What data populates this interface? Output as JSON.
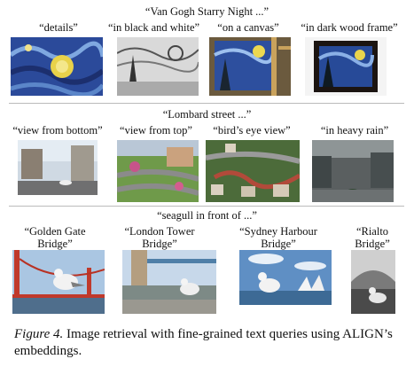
{
  "sections": [
    {
      "query": "“Van Gogh Starry Night ...”",
      "labels": [
        "“details”",
        "“in black and white”",
        "“on a canvas”",
        "“in dark wood frame”"
      ]
    },
    {
      "query": "“Lombard street ...”",
      "labels": [
        "“view from bottom”",
        "“view from top”",
        "“bird’s eye view”",
        "“in heavy rain”"
      ]
    },
    {
      "query": "“seagull in front of ...”",
      "labels": [
        "“Golden Gate Bridge”",
        "“London Tower Bridge”",
        "“Sydney Harbour Bridge”",
        "“Rialto Bridge”"
      ],
      "label_lines": [
        [
          "“Golden Gate",
          "Bridge”"
        ],
        [
          "“London Tower",
          "Bridge”"
        ],
        [
          "“Sydney Harbour",
          "Bridge”"
        ],
        [
          "“Rialto",
          "Bridge”"
        ]
      ]
    }
  ],
  "caption": {
    "figure_label": "Figure 4.",
    "text": "Image retrieval with fine-grained text queries using ALIGN’s embeddings."
  }
}
